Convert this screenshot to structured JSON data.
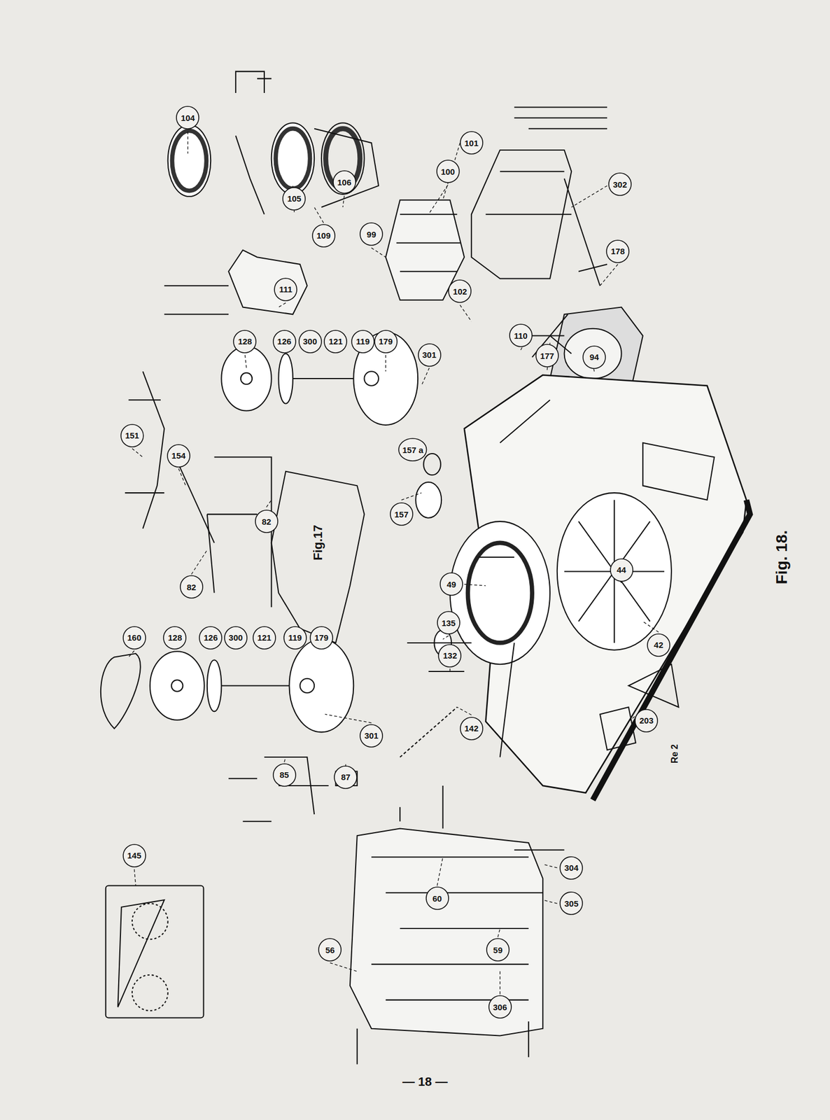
{
  "diagram": {
    "caption": "Fig. 18.",
    "nodes": [
      {
        "text": [
          "104"
        ]
      },
      {
        "text": [
          "101"
        ]
      },
      {
        "text": [
          "100"
        ]
      },
      {
        "text": [
          "106"
        ]
      },
      {
        "text": [
          "302"
        ]
      },
      {
        "text": [
          "105"
        ]
      },
      {
        "text": [
          "99"
        ]
      },
      {
        "text": [
          "109"
        ]
      },
      {
        "text": [
          "178"
        ]
      },
      {
        "text": [
          "111"
        ]
      },
      {
        "text": [
          "102"
        ]
      },
      {
        "text": [
          "110"
        ]
      },
      {
        "text": [
          "128"
        ]
      },
      {
        "text": [
          "126"
        ]
      },
      {
        "text": [
          "300"
        ]
      },
      {
        "text": [
          "121"
        ]
      },
      {
        "text": [
          "119"
        ]
      },
      {
        "text": [
          "179"
        ]
      },
      {
        "text": [
          "301"
        ]
      },
      {
        "text": [
          "177"
        ]
      },
      {
        "text": [
          "94"
        ]
      },
      {
        "text": [
          "151"
        ]
      },
      {
        "text": [
          "157 a"
        ]
      },
      {
        "text": [
          "154"
        ]
      },
      {
        "text": [
          "157"
        ]
      },
      {
        "text": [
          "82"
        ]
      },
      {
        "text": [
          "44"
        ]
      },
      {
        "text": [
          "49"
        ]
      },
      {
        "text": [
          "82"
        ]
      },
      {
        "text": [
          "135"
        ]
      },
      {
        "text": [
          "160"
        ]
      },
      {
        "text": [
          "128"
        ]
      },
      {
        "text": [
          "126"
        ]
      },
      {
        "text": [
          "300"
        ]
      },
      {
        "text": [
          "121"
        ]
      },
      {
        "text": [
          "119"
        ]
      },
      {
        "text": [
          "179"
        ]
      },
      {
        "text": [
          "42"
        ]
      },
      {
        "text": [
          "132"
        ]
      },
      {
        "text": [
          "203"
        ]
      },
      {
        "text": [
          "142"
        ]
      },
      {
        "text": [
          "301"
        ]
      },
      {
        "text": [
          "85"
        ]
      },
      {
        "text": [
          "87"
        ]
      },
      {
        "text": [
          "145"
        ]
      },
      {
        "text": [
          "304"
        ]
      },
      {
        "text": [
          "60"
        ]
      },
      {
        "text": [
          "305"
        ]
      },
      {
        "text": [
          "56"
        ]
      },
      {
        "text": [
          "59"
        ]
      },
      {
        "text": [
          "306"
        ]
      }
    ],
    "labels": [
      "Fig.17",
      "Re 2",
      "— 18 —"
    ]
  }
}
